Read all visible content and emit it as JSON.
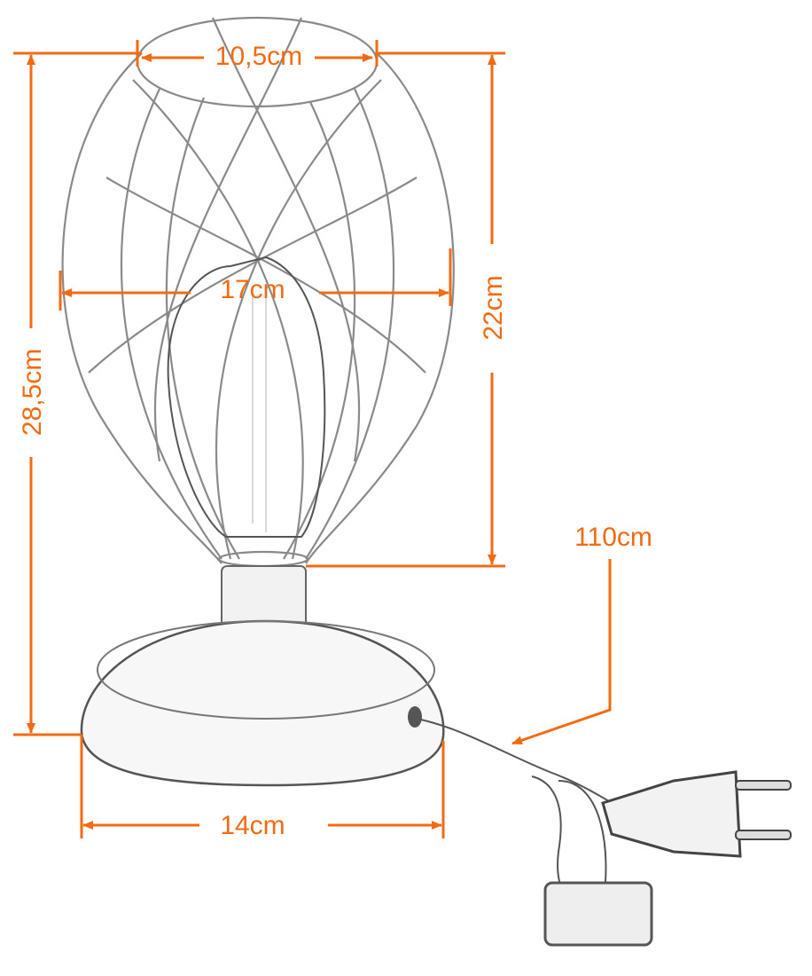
{
  "dimensions": {
    "top_diameter": "10,5cm",
    "cage_width": "17cm",
    "total_height": "28,5cm",
    "cage_height": "22cm",
    "base_diameter": "14cm",
    "cord_length": "110cm"
  },
  "colors": {
    "dimension_lines": "#f26b12",
    "drawing": "#8a8a8a"
  }
}
